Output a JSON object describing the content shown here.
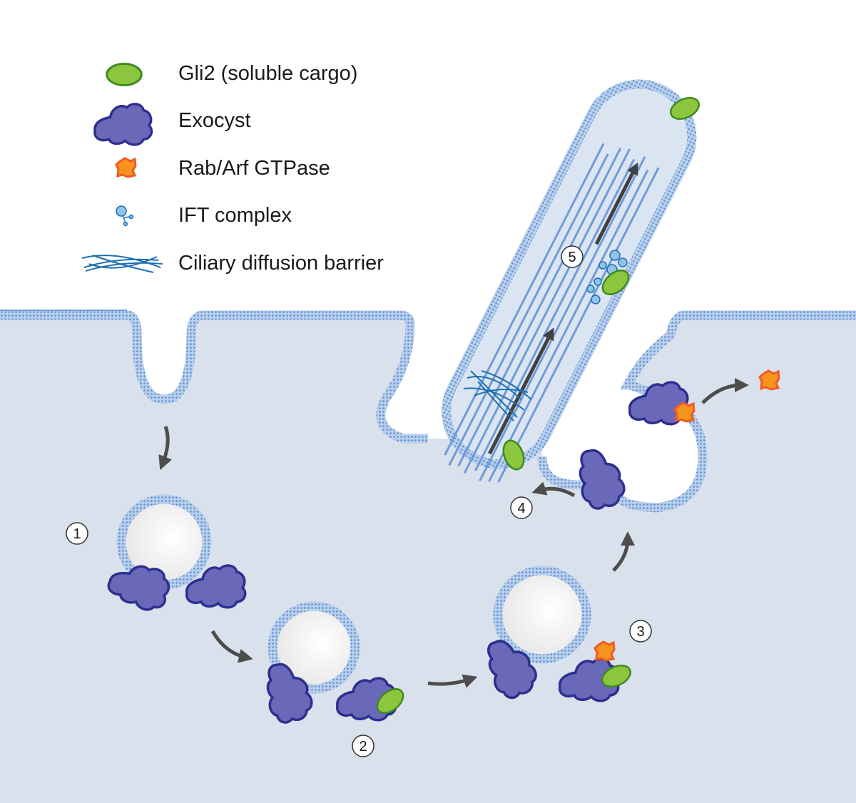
{
  "legend": {
    "items": [
      {
        "label": "Gli2 (soluble cargo)",
        "icon": "gli2-cargo-icon"
      },
      {
        "label": "Exocyst",
        "icon": "exocyst-icon"
      },
      {
        "label": "Rab/Arf GTPase",
        "icon": "gtpase-icon"
      },
      {
        "label": "IFT complex",
        "icon": "ift-complex-icon"
      },
      {
        "label": "Ciliary diffusion barrier",
        "icon": "diffusion-barrier-icon"
      }
    ]
  },
  "steps": [
    "1",
    "2",
    "3",
    "4",
    "5"
  ],
  "colors": {
    "cytoplasm": "#d9e1ec",
    "membrane": "#5b8fd0",
    "membrane_fill": "#a9c4e6",
    "exocyst": "#6a68b8",
    "exocyst_outline": "#2d2f8f",
    "gli2": "#8cc63f",
    "gli2_outline": "#3f8a1c",
    "gtpase": "#f7941d",
    "gtpase_outline": "#f15a24",
    "ift": "#8fc4e8",
    "arrow": "#4d4d4d"
  }
}
